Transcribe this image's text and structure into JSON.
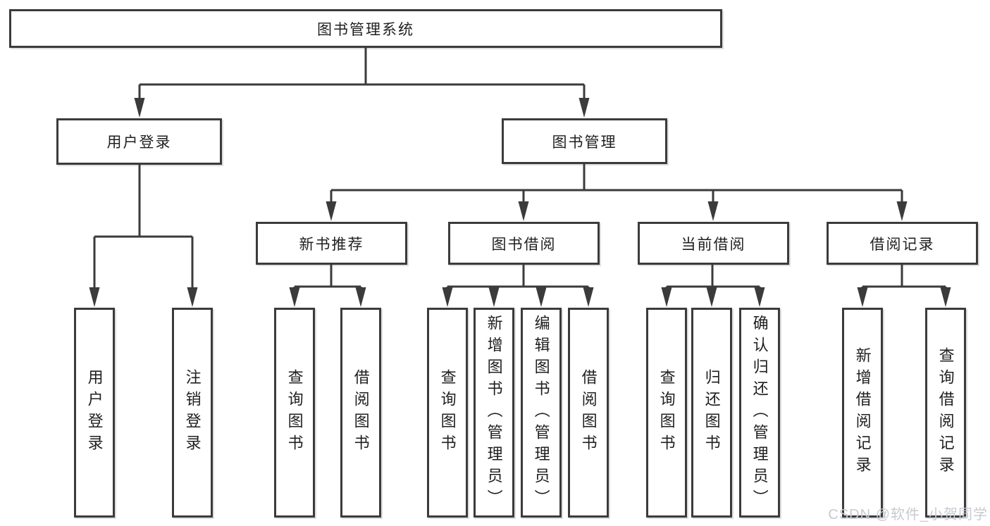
{
  "diagram": {
    "root": {
      "label": "图书管理系统"
    },
    "level2": [
      {
        "id": "user-login",
        "label": "用户登录"
      },
      {
        "id": "book-management",
        "label": "图书管理"
      }
    ],
    "level3": [
      {
        "id": "new-book-recommend",
        "label": "新书推荐"
      },
      {
        "id": "book-borrow",
        "label": "图书借阅"
      },
      {
        "id": "current-borrow",
        "label": "当前借阅"
      },
      {
        "id": "borrow-records",
        "label": "借阅记录"
      }
    ],
    "leaves": [
      {
        "id": "user-login-op",
        "label": "用户登录",
        "parent": "user-login"
      },
      {
        "id": "logout-op",
        "label": "注销登录",
        "parent": "user-login"
      },
      {
        "id": "query-books-recommend",
        "label": "查询图书",
        "parent": "new-book-recommend"
      },
      {
        "id": "borrow-books-recommend",
        "label": "借阅图书",
        "parent": "new-book-recommend"
      },
      {
        "id": "query-books-borrow",
        "label": "查询图书",
        "parent": "book-borrow"
      },
      {
        "id": "add-books-admin",
        "label": "新增图书（管理员）",
        "parent": "book-borrow"
      },
      {
        "id": "edit-books-admin",
        "label": "编辑图书（管理员）",
        "parent": "book-borrow"
      },
      {
        "id": "borrow-books-op",
        "label": "借阅图书",
        "parent": "book-borrow"
      },
      {
        "id": "query-books-current",
        "label": "查询图书",
        "parent": "current-borrow"
      },
      {
        "id": "return-books",
        "label": "归还图书",
        "parent": "current-borrow"
      },
      {
        "id": "confirm-return-admin",
        "label": "确认归还（管理员）",
        "parent": "current-borrow"
      },
      {
        "id": "add-borrow-record",
        "label": "新增借阅记录",
        "parent": "borrow-records"
      },
      {
        "id": "query-borrow-record",
        "label": "查询借阅记录",
        "parent": "borrow-records"
      }
    ]
  },
  "watermark": {
    "text": "CSDN @软件_小贺同学"
  },
  "colors": {
    "line": "#3b3b3b",
    "text": "#1f1f1f",
    "background": "#ffffff",
    "box_fill": "#ffffff",
    "watermark": "#c7cad0"
  }
}
